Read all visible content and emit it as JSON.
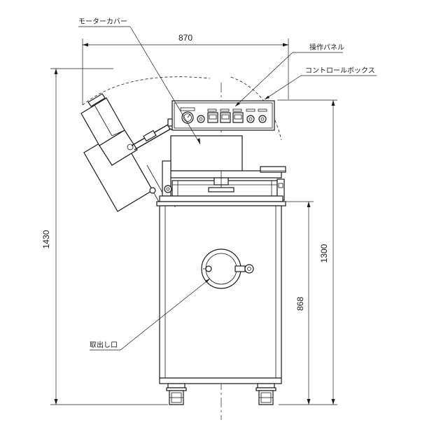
{
  "labels": {
    "motor_cover": "モーターカバー",
    "operation_panel": "操作パネル",
    "control_box": "コントロールボックス",
    "outlet": "取出し口"
  },
  "dimensions": {
    "overall_width": "870",
    "overall_height": "1430",
    "rim_height": "1300",
    "outlet_height": "868"
  }
}
